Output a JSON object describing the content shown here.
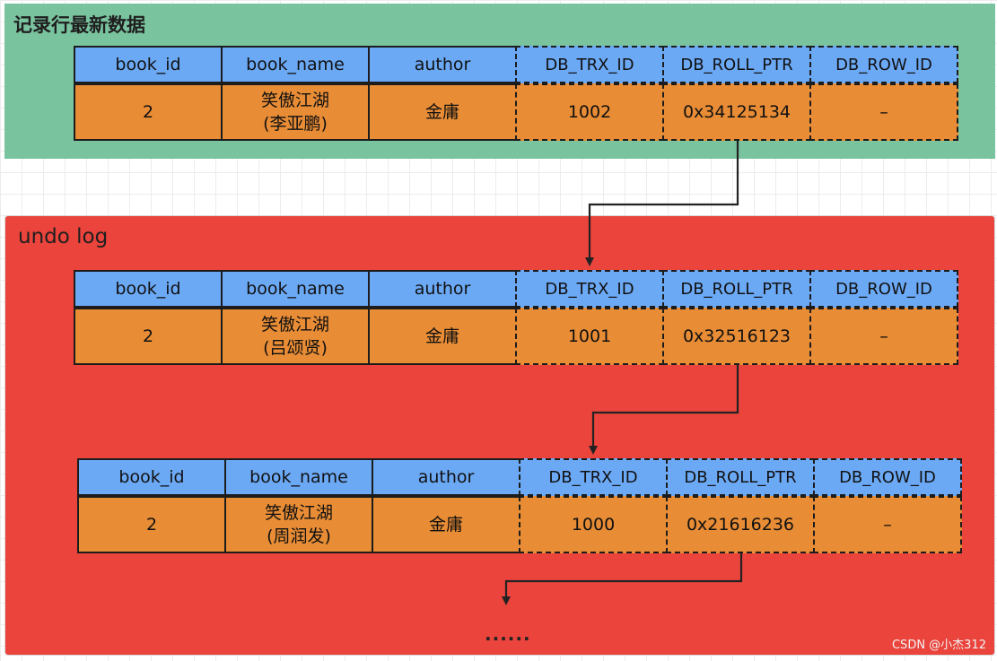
{
  "sections": {
    "latest_title": "记录行最新数据",
    "undo_title": "undo log"
  },
  "columns": [
    "book_id",
    "book_name",
    "author",
    "DB_TRX_ID",
    "DB_ROLL_PTR",
    "DB_ROW_ID"
  ],
  "records": [
    {
      "book_id": "2",
      "book_name_line1": "笑傲江湖",
      "book_name_line2": "(李亚鹏)",
      "author": "金庸",
      "db_trx_id": "1002",
      "db_roll_ptr": "0x34125134",
      "db_row_id": "–"
    },
    {
      "book_id": "2",
      "book_name_line1": "笑傲江湖",
      "book_name_line2": "(吕颂贤)",
      "author": "金庸",
      "db_trx_id": "1001",
      "db_roll_ptr": "0x32516123",
      "db_row_id": "–"
    },
    {
      "book_id": "2",
      "book_name_line1": "笑傲江湖",
      "book_name_line2": "(周润发)",
      "author": "金庸",
      "db_trx_id": "1000",
      "db_roll_ptr": "0x21616236",
      "db_row_id": "–"
    }
  ],
  "ellipsis": "······",
  "watermark": "CSDN @小杰312"
}
